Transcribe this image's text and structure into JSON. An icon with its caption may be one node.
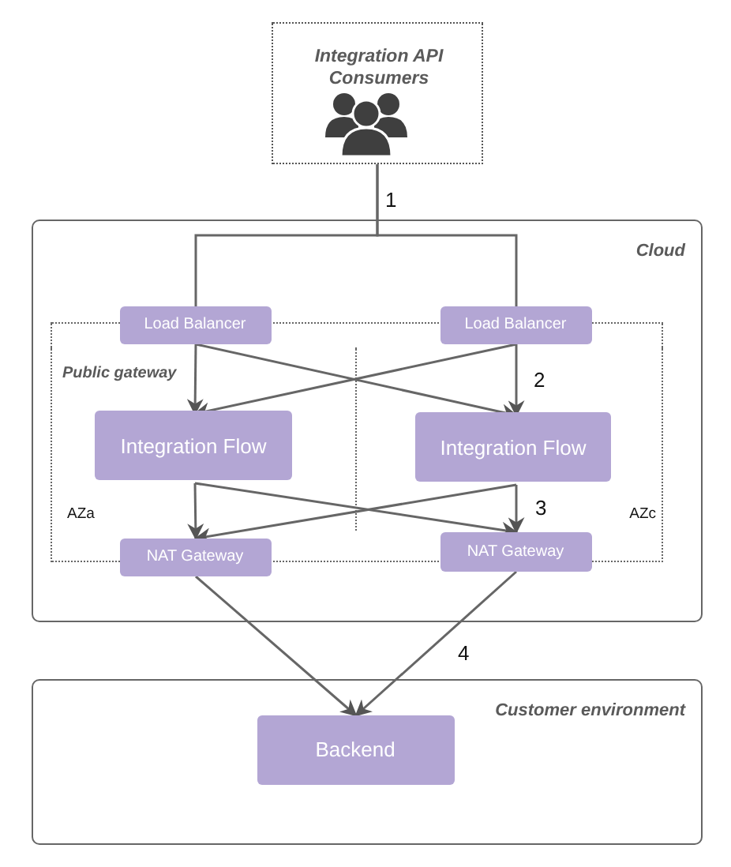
{
  "diagram": {
    "nodes": [
      {
        "text": [
          "Integration API Consumers"
        ]
      },
      {
        "text": [
          "Cloud"
        ]
      },
      {
        "text": [
          "Public gateway",
          "AZa"
        ],
        "in": 1
      },
      {
        "text": [
          "AZc"
        ],
        "in": 1
      },
      {
        "text": [
          "Load Balancer"
        ],
        "in": 1
      },
      {
        "text": [
          "Load Balancer"
        ],
        "in": 1
      },
      {
        "text": [
          "Integration Flow"
        ],
        "in": 2
      },
      {
        "text": [
          "Integration Flow"
        ],
        "in": 3
      },
      {
        "text": [
          "NAT Gateway"
        ],
        "in": 1
      },
      {
        "text": [
          "NAT Gateway"
        ],
        "in": 1
      },
      {
        "text": [
          "Customer environment"
        ]
      },
      {
        "text": [
          "Backend"
        ],
        "in": 10
      }
    ],
    "edges": [
      {
        "from": 0,
        "to": 4,
        "arrow": "none",
        "label": "1"
      },
      {
        "from": 0,
        "to": 5,
        "arrow": "none"
      },
      {
        "from": 4,
        "to": 6,
        "arrow": "to"
      },
      {
        "from": 4,
        "to": 7,
        "arrow": "to"
      },
      {
        "from": 5,
        "to": 6,
        "arrow": "to"
      },
      {
        "from": 5,
        "to": 7,
        "arrow": "to",
        "label": "2"
      },
      {
        "from": 6,
        "to": 8,
        "arrow": "to"
      },
      {
        "from": 6,
        "to": 9,
        "arrow": "to"
      },
      {
        "from": 7,
        "to": 8,
        "arrow": "to"
      },
      {
        "from": 7,
        "to": 9,
        "arrow": "to",
        "label": "3"
      },
      {
        "from": 8,
        "to": 11,
        "arrow": "to"
      },
      {
        "from": 9,
        "to": 11,
        "arrow": "to",
        "label": "4"
      }
    ]
  }
}
